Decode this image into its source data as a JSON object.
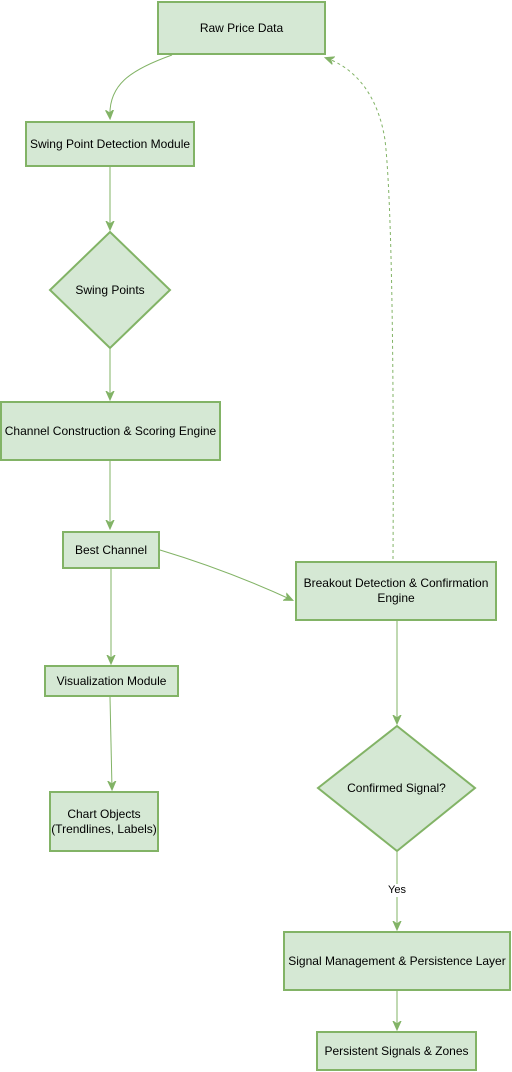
{
  "nodes": {
    "raw_price_data": "Raw Price Data",
    "swing_point_detection": "Swing Point Detection Module",
    "swing_points": "Swing Points",
    "channel_construction": "Channel Construction & Scoring Engine",
    "best_channel": "Best Channel",
    "visualization_module": "Visualization Module",
    "chart_objects": [
      "Chart Objects",
      "(Trendlines, Labels)"
    ],
    "breakout_detection": [
      "Breakout Detection & Confirmation",
      "Engine"
    ],
    "confirmed_signal": "Confirmed Signal?",
    "signal_management": "Signal Management & Persistence Layer",
    "persistent_signals": "Persistent Signals & Zones"
  },
  "edge_labels": {
    "yes": "Yes"
  },
  "colors": {
    "node_fill": "#d5e8d4",
    "node_stroke": "#82b366",
    "edge": "#82b366"
  }
}
